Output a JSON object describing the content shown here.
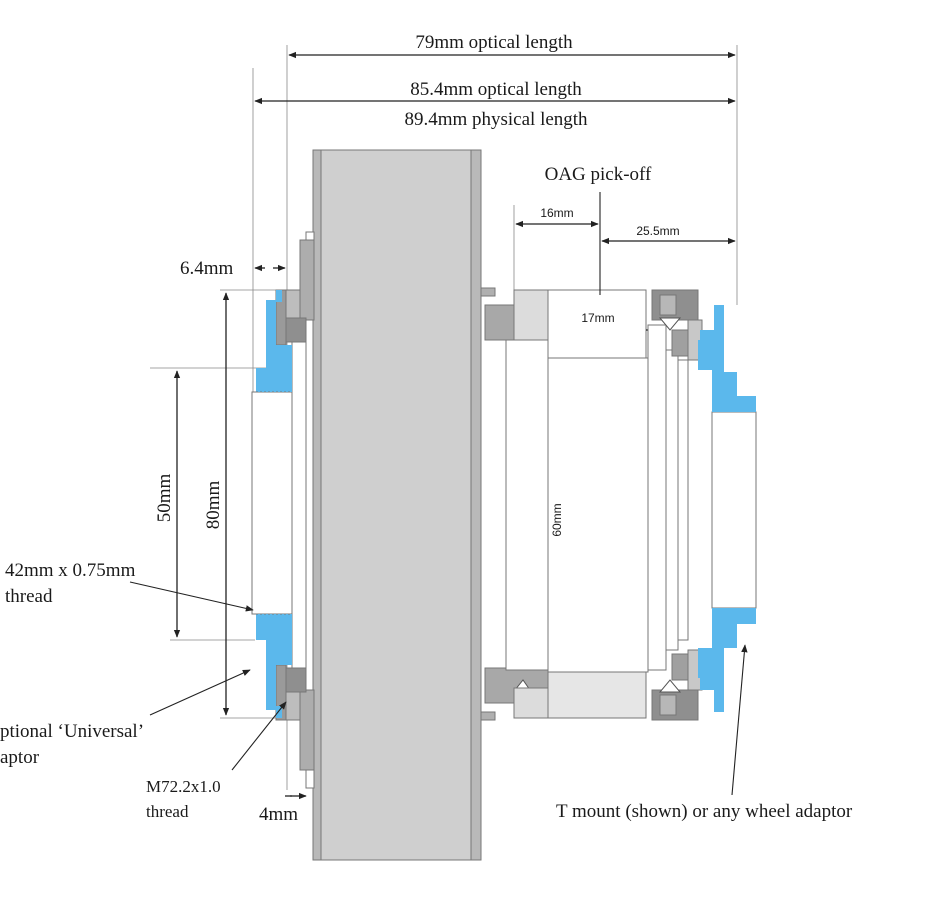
{
  "labels": {
    "optical_79": "79mm optical length",
    "optical_854": "85.4mm optical length",
    "physical_894": "89.4mm physical length",
    "oag_pickoff": "OAG pick-off",
    "dim_16": "16mm",
    "dim_255": "25.5mm",
    "dim_17": "17mm",
    "dim_64": "6.4mm",
    "dim_50": "50mm",
    "dim_80": "80mm",
    "dim_60": "60mm",
    "thread_42_line1": "42mm x 0.75mm",
    "thread_42_line2": "thread",
    "universal_line1": "ptional ‘Universal’",
    "universal_line2": "aptor",
    "m72_line1": "M72.2x1.0",
    "m72_line2": "thread",
    "dim_4": "4mm",
    "tmount": "T mount (shown) or any wheel adaptor"
  },
  "colors": {
    "blue": "#5bb8ec",
    "grey_light": "#d6d6d6",
    "grey_mid": "#b0b0b0",
    "grey_dark": "#8c8c8c",
    "line": "#222222"
  }
}
